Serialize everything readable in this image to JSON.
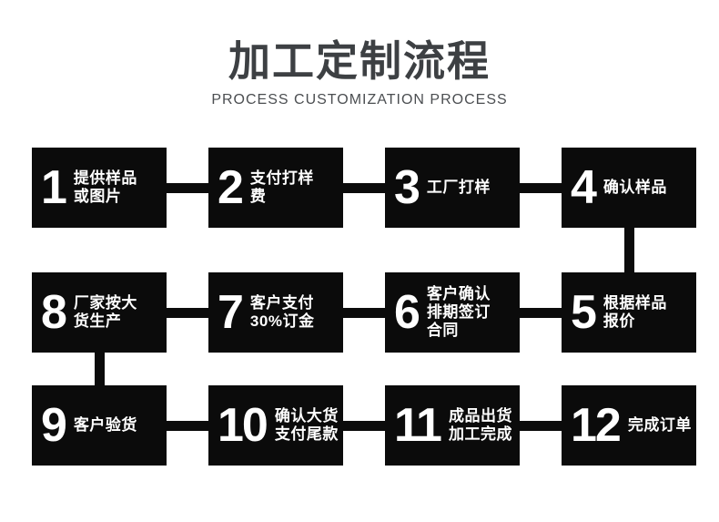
{
  "header": {
    "title": "加工定制流程",
    "subtitle": "PROCESS CUSTOMIZATION PROCESS"
  },
  "colors": {
    "background": "#ffffff",
    "box_bg": "#0b0b0b",
    "connector": "#0b0b0b",
    "title": "#3d4043",
    "subtitle": "#4b4e51",
    "step_text": "#ffffff"
  },
  "steps": [
    {
      "number": "1",
      "label": "提供样品\n或图片"
    },
    {
      "number": "2",
      "label": "支付打样\n费"
    },
    {
      "number": "3",
      "label": "工厂打样"
    },
    {
      "number": "4",
      "label": "确认样品"
    },
    {
      "number": "5",
      "label": "根据样品\n报价"
    },
    {
      "number": "6",
      "label": "客户确认\n排期签订\n合同"
    },
    {
      "number": "7",
      "label": "客户支付\n30%订金"
    },
    {
      "number": "8",
      "label": "厂家按大\n货生产"
    },
    {
      "number": "9",
      "label": "客户验货"
    },
    {
      "number": "10",
      "label": "确认大货\n支付尾款"
    },
    {
      "number": "11",
      "label": "成品出货\n加工完成"
    },
    {
      "number": "12",
      "label": "完成订单"
    }
  ],
  "flow_rows": {
    "row1_left_to_right": [
      "1",
      "2",
      "3",
      "4"
    ],
    "row2_left_to_right": [
      "8",
      "7",
      "6",
      "5"
    ],
    "row3_left_to_right": [
      "9",
      "10",
      "11",
      "12"
    ]
  }
}
